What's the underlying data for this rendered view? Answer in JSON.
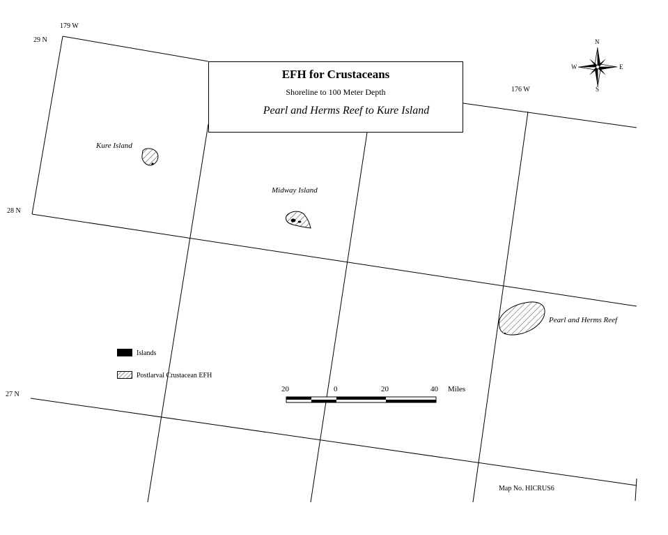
{
  "title": "EFH for Crustaceans",
  "subtitle": "Shoreline to 100 Meter Depth",
  "region": "Pearl and Herms Reef to Kure Island",
  "grid_labels": {
    "lon_179w": "179 W",
    "lon_176w": "176 W",
    "lat_29n": "29 N",
    "lat_28n": "28 N",
    "lat_27n": "27 N"
  },
  "places": {
    "kure": "Kure Island",
    "midway": "Midway Island",
    "pearl_hermes": "Pearl and Herms Reef"
  },
  "compass": {
    "n": "N",
    "s": "S",
    "e": "E",
    "w": "W"
  },
  "legend": {
    "islands": "Islands",
    "efh": "Postlarval Crustacean EFH"
  },
  "scale_bar": {
    "labels": [
      "20",
      "0",
      "20",
      "40"
    ],
    "unit": "Miles"
  },
  "map_number": "Map No. HICRUS6"
}
